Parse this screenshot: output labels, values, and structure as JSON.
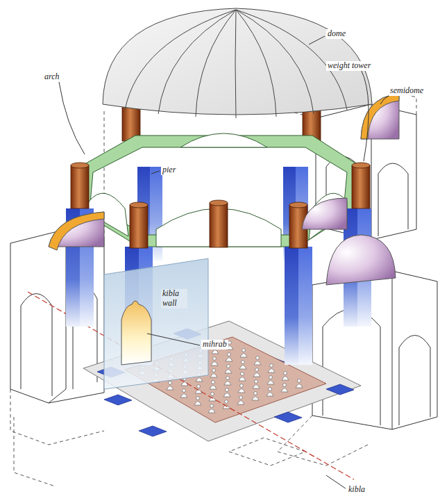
{
  "diagram": {
    "labels": [
      "dome",
      "weight tower",
      "semidome",
      "arch",
      "pier",
      "kibla wall",
      "mihrab",
      "kibla"
    ]
  }
}
